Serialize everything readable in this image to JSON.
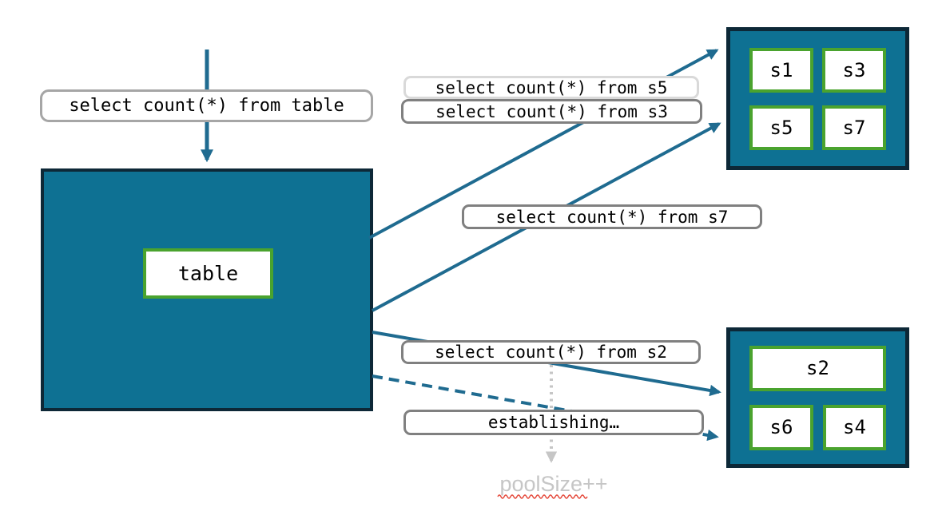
{
  "labels": {
    "incoming_query": "select count(*) from table",
    "query_s5": "select count(*) from s5",
    "query_s3": "select count(*) from s3",
    "query_s7": "select count(*) from s7",
    "query_s2": "select count(*) from s2",
    "establishing": "establishing…",
    "pool_note": "poolSize++",
    "table": "table"
  },
  "pool_top": {
    "shards": [
      "s1",
      "s3",
      "s5",
      "s7"
    ]
  },
  "pool_bottom": {
    "shards": [
      "s2",
      "s6",
      "s4"
    ]
  },
  "colors": {
    "teal-fill": "#0e7193",
    "box-border": "#0d2837",
    "green-border": "#4aa32e",
    "arrow-teal": "#1f6b90",
    "label-border": "#808080",
    "label-border-medium": "#a6a6a6",
    "label-border-light": "#d9d9d9",
    "text": "#000000",
    "muted-gray": "#c6c6c6",
    "squiggle-red": "#e5493b"
  }
}
